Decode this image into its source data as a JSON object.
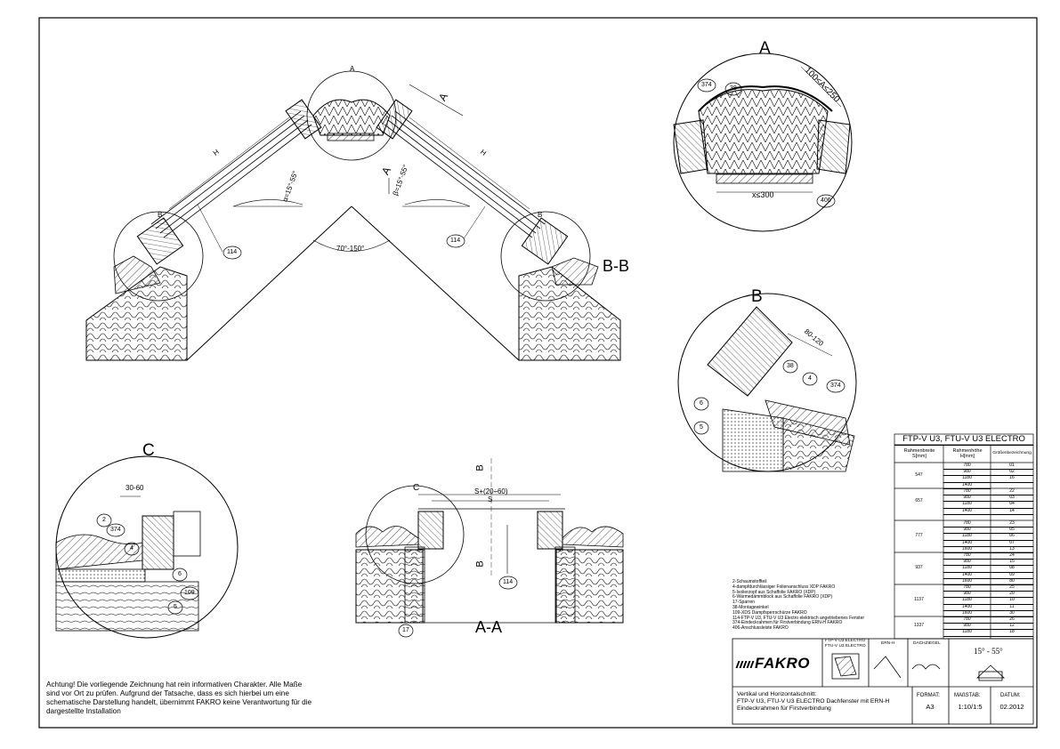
{
  "section_labels": {
    "detail_a": "A",
    "detail_b": "B",
    "detail_c": "C",
    "section_bb": "B-B",
    "section_aa": "A-A",
    "circle_a_small": "A",
    "circle_c_small": "C",
    "cut_a": "A",
    "cut_a2": "A",
    "cut_b": "B",
    "cut_b2": "B",
    "b_left_small": "B",
    "b_right_small": "B"
  },
  "dimensions": {
    "H_left": "H",
    "H_right": "H",
    "alpha": "α=15°-55°",
    "beta": "β=15°-55°",
    "angle_range": "70°-150°",
    "dim_100_250": "100≤A≤250",
    "x_max": "x≤300",
    "dim_80_120": "80-120",
    "dim_30_60": "30-60",
    "s_formula": "S+(20÷60)",
    "s": "S"
  },
  "callouts": {
    "c114_left": "114",
    "c114_right": "114",
    "c114_aa": "114",
    "c374_a": "374",
    "c38_a": "38",
    "c406": "406",
    "c38_b": "38",
    "c4_b": "4",
    "c374_b": "374",
    "c6_b": "6",
    "c5_b": "5",
    "c2_c": "2",
    "c374_c": "374",
    "c4_c": "4",
    "c6_c": "6",
    "c109": "109",
    "c5_c": "5",
    "c17": "17"
  },
  "table": {
    "title": "FTP-V U3, FTU-V U3 ELECTRO",
    "headers": [
      "Rahmenbreite S[mm]",
      "Rahmenhöhe H[mm]",
      "Größenbezeichnung"
    ],
    "groups": [
      {
        "width": "547",
        "rows": [
          [
            "780",
            "01"
          ],
          [
            "980",
            "02"
          ],
          [
            "1180",
            "16"
          ],
          [
            "1400",
            ""
          ]
        ]
      },
      {
        "width": "657",
        "rows": [
          [
            "780",
            "22"
          ],
          [
            "980",
            "03"
          ],
          [
            "1180",
            "04"
          ],
          [
            "1400",
            "14"
          ]
        ]
      },
      {
        "width": "777",
        "rows": [
          [
            "780",
            "23"
          ],
          [
            "980",
            "05"
          ],
          [
            "1180",
            "06"
          ],
          [
            "1400",
            "07"
          ],
          [
            "1600",
            "13"
          ]
        ]
      },
      {
        "width": "937",
        "rows": [
          [
            "780",
            "24"
          ],
          [
            "980",
            "15"
          ],
          [
            "1180",
            "08"
          ],
          [
            "1400",
            "09"
          ],
          [
            "1600",
            "80"
          ]
        ]
      },
      {
        "width": "1137",
        "rows": [
          [
            "780",
            "25"
          ],
          [
            "980",
            "20"
          ],
          [
            "1180",
            "10"
          ],
          [
            "1400",
            "11"
          ],
          [
            "1600",
            "30"
          ]
        ]
      },
      {
        "width": "1337",
        "rows": [
          [
            "780",
            "26"
          ],
          [
            "980",
            "12"
          ],
          [
            "1180",
            "18"
          ]
        ]
      }
    ]
  },
  "legend": [
    "2-Schaumstoffteil",
    "4-dampfdurchlässiger Folienanschluss XDP FAKRO",
    "5-Isolierzopf aus Schaffolie FAKRO (XDP)",
    "6-Wärmedämmblock aus Schaffolie FAKRO (XDP)",
    "17-Sparren",
    "38-Montagewinkel",
    "109-XDS Dampfsperrschürze FAKRO",
    "114-FTP-V U3, FTU-V U3 Electro elektrisch angetriebenes Fenster",
    "374-Eindeckrahmen für Firstverbindung ERN-H FAKRO",
    "406-Anschlussleiste FAKRO"
  ],
  "title_block": {
    "brand": "FAKRO",
    "col1_header_1": "FTP-V U3 ELECTRO",
    "col1_header_2": "FTU-V U3 ELECTRO",
    "col2_header": "ERN-H",
    "col3_header": "DACHZIEGEL",
    "angle": "15° - 55°",
    "desc_line1": "Vertikal und Horizontalschnitt:",
    "desc_line2": "FTP-V U3, FTU-V U3 ELECTRO Dachfenster mit ERN-H",
    "desc_line3": "Eindeckrahmen für Firstverbindung",
    "format_label": "FORMAT:",
    "format_value": "A3",
    "scale_label": "MAßSTAB:",
    "scale_value": "1:10/1:5",
    "date_label": "DATUM:",
    "date_value": "02.2012"
  },
  "note": "Achtung! Die vorliegende Zeichnung hat rein informativen Charakter. Alle Maße sind vor Ort zu prüfen. Aufgrund der Tatsache, dass es sich hierbei um eine schematische Darstellung handelt, übernimmt FAKRO keine Verantwortung für die dargestellte Installation"
}
